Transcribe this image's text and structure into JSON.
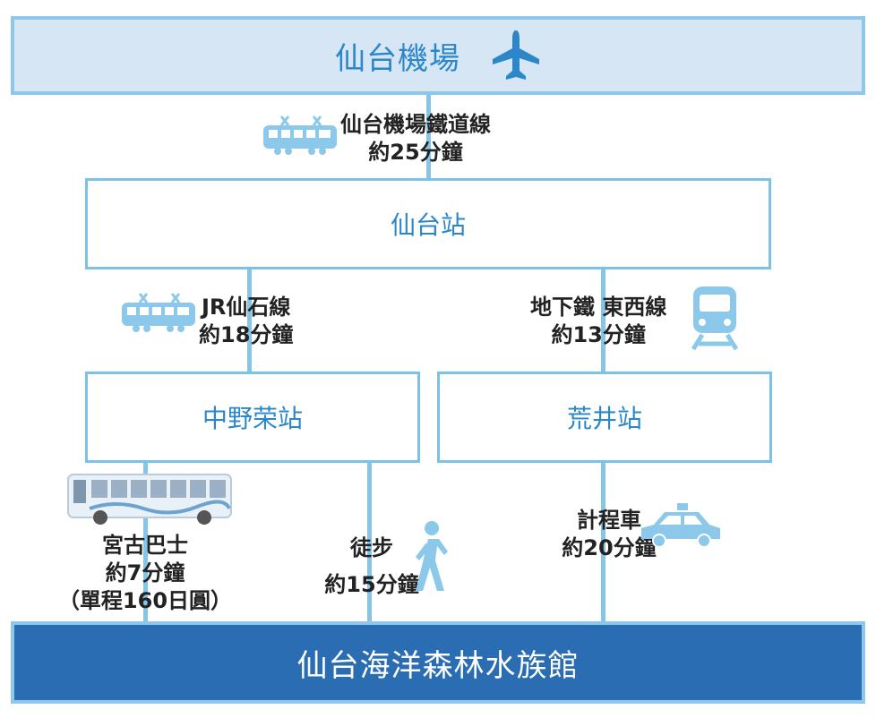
{
  "nodes": {
    "airport": "仙台機場",
    "sendai_station": "仙台站",
    "nakanosakae_station": "中野荣站",
    "arai_station": "荒井站",
    "aquarium": "仙台海洋森林水族館"
  },
  "routes": {
    "airport_line": {
      "name": "仙台機場鐵道線",
      "time": "約25分鐘"
    },
    "jr_senseki": {
      "name": "JR仙石線",
      "time": "約18分鐘"
    },
    "subway_tozai": {
      "name": "地下鐵 東西線",
      "time": "約13分鐘"
    },
    "miyako_bus": {
      "name": "宮古巴士",
      "time": "約7分鐘",
      "fare": "（單程160日圓）"
    },
    "walk": {
      "name": "徒步",
      "time": "約15分鐘"
    },
    "taxi": {
      "name": "計程車",
      "time": "約20分鐘"
    }
  },
  "icons": [
    "airplane-icon",
    "train-icon",
    "subway-train-icon",
    "bus-icon",
    "walking-person-icon",
    "taxi-icon"
  ],
  "colors": {
    "line": "#86c4e8",
    "box_border": "#7cc1e6",
    "box_text": "#2b87c8",
    "top_fill": "#d6e6f5",
    "destination_fill": "#2b6db3",
    "icon": "#8cc8ea"
  }
}
